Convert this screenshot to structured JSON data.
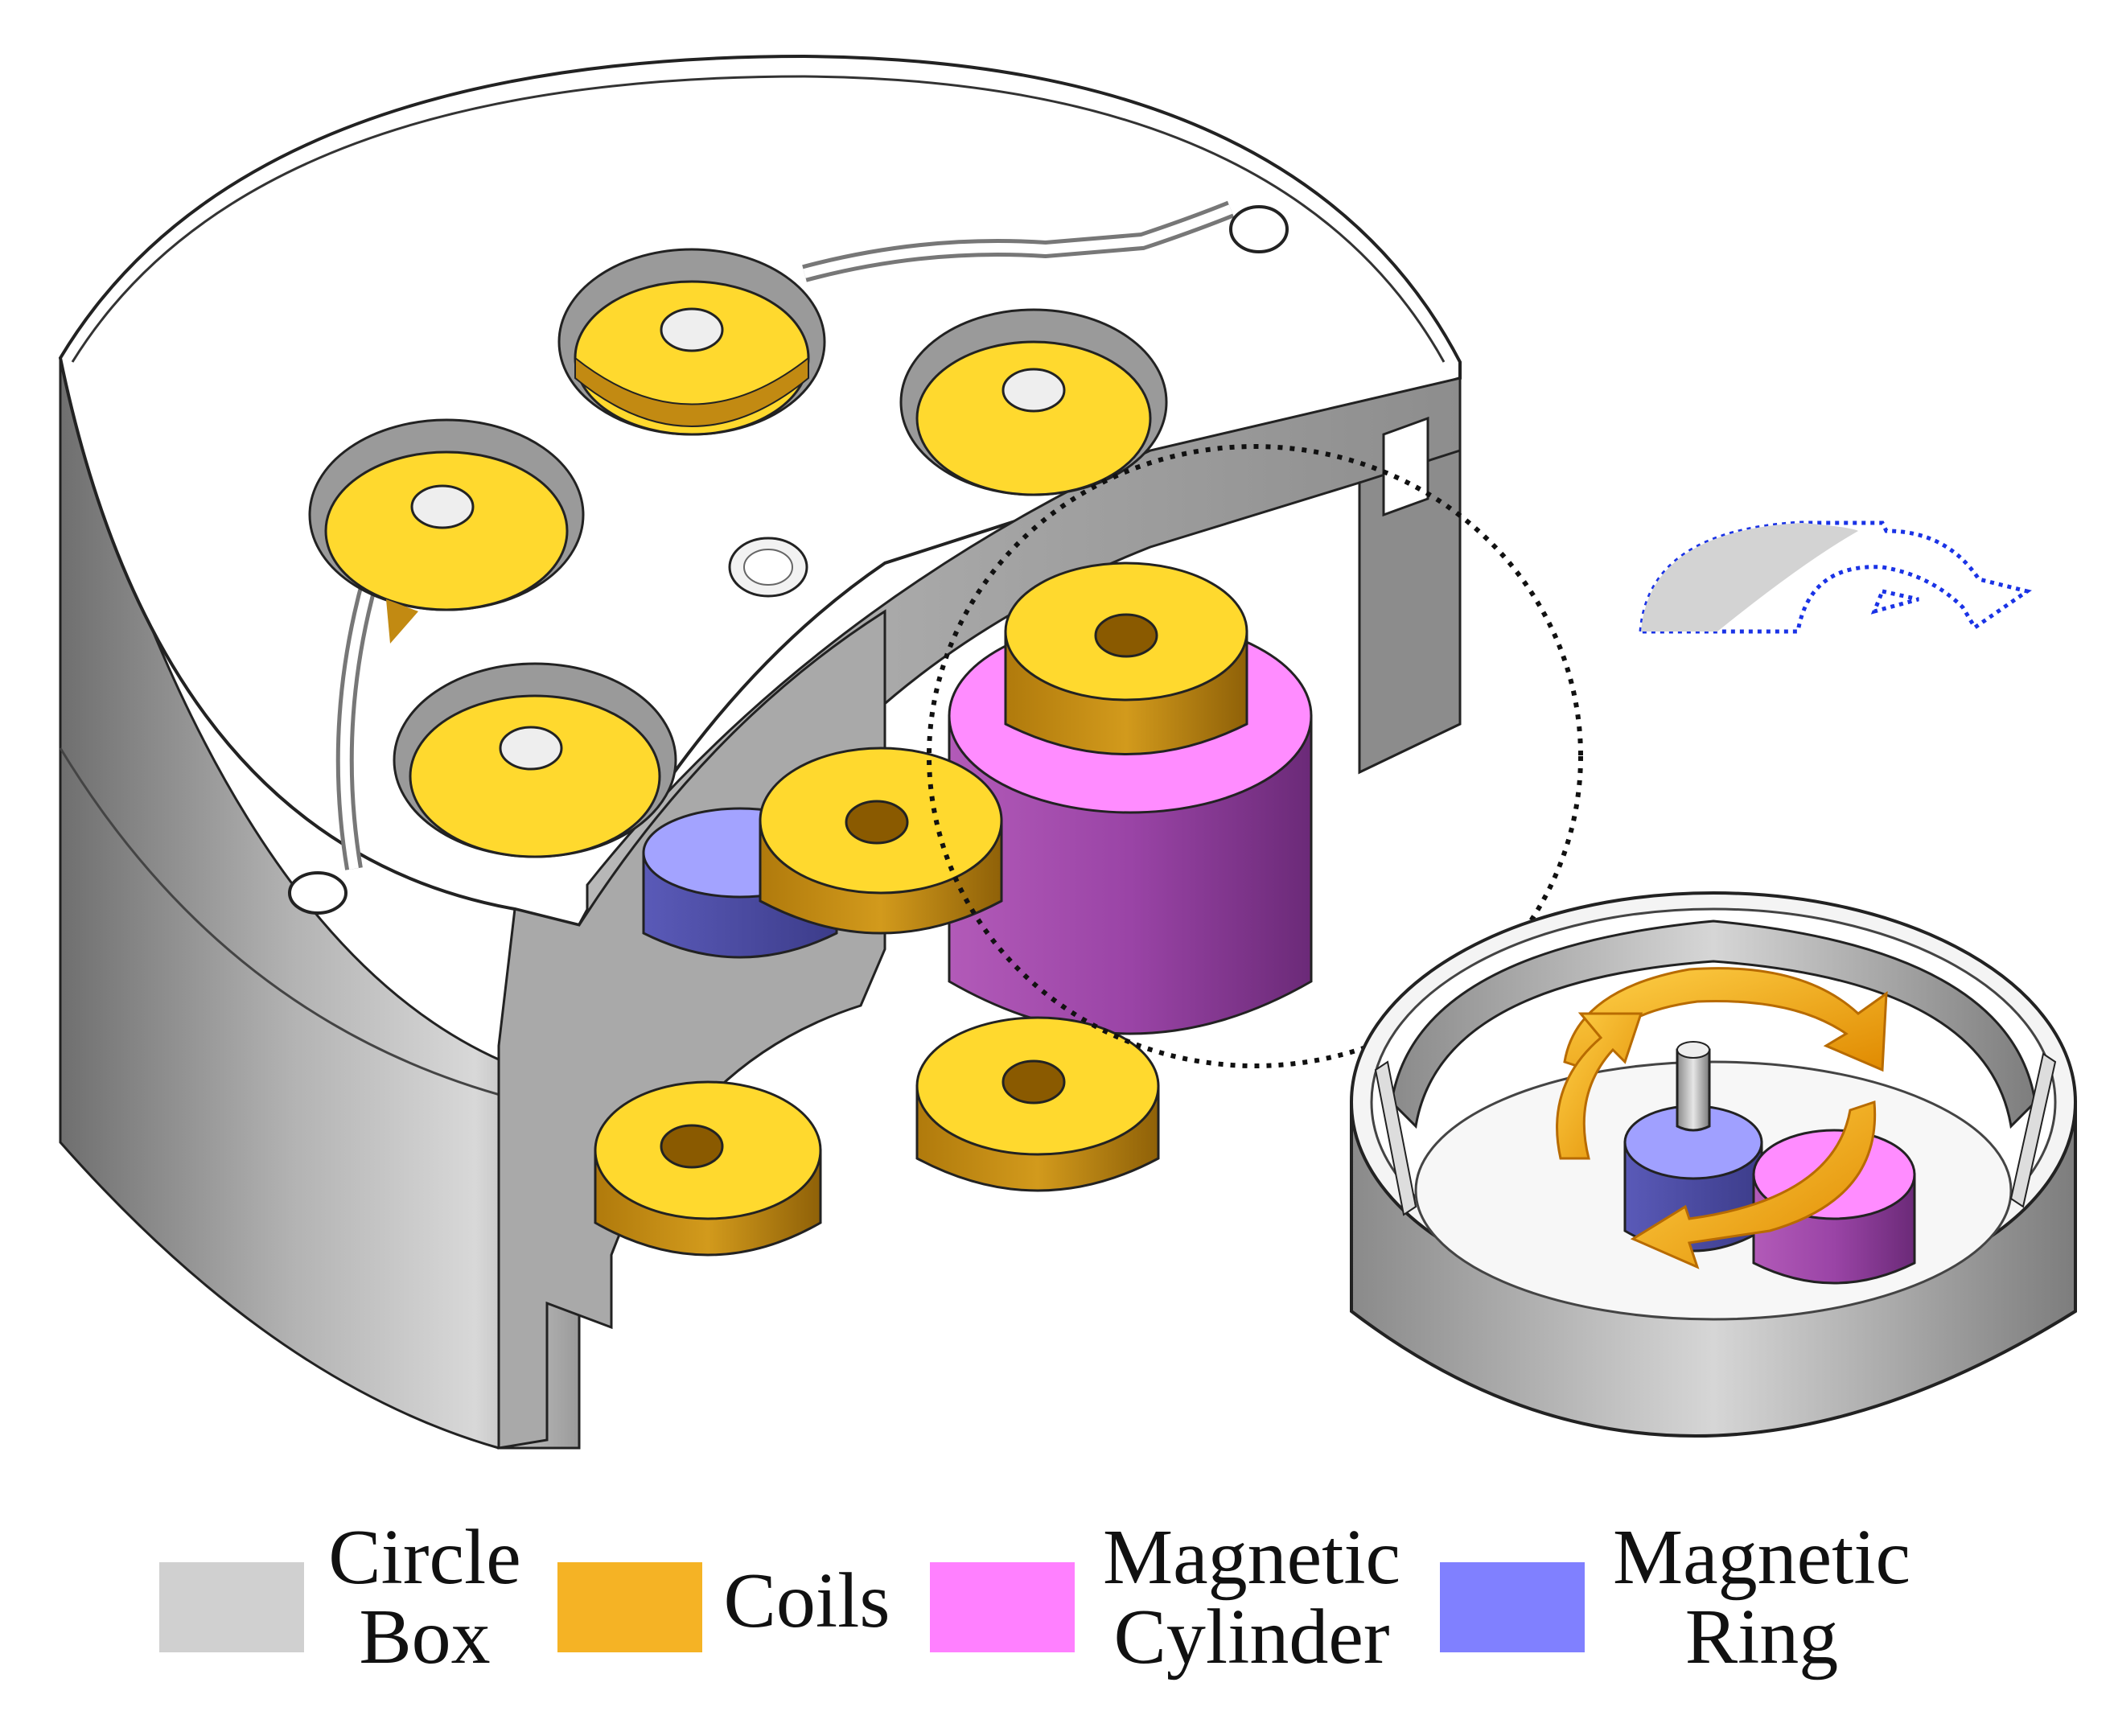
{
  "colors": {
    "circle_box": "#d0d0d0",
    "coils": "#f5b325",
    "magnetic_cylinder": "#ff80ff",
    "magnetic_ring": "#8080ff",
    "coil_top": "#ffd92e",
    "coil_side": "#c28a12",
    "rotation_arrow": "#f2a81a",
    "indicator_arrow": "#1a33e6",
    "dotted_circle": "#111111"
  },
  "legend": {
    "circle_box": {
      "line1": "Circle",
      "line2": "Box"
    },
    "coils": {
      "line1": "Coils"
    },
    "magnetic_cylinder": {
      "line1": "Magnetic",
      "line2": "Cylinder"
    },
    "magnetic_ring": {
      "line1": "Magnetic",
      "line2": "Ring"
    }
  }
}
